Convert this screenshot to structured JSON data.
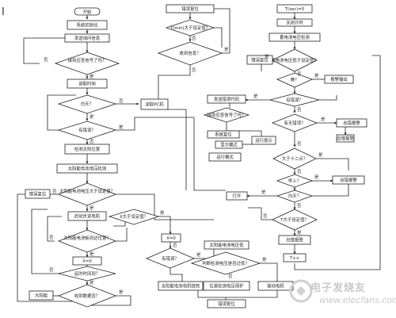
{
  "corner_mark": "I",
  "watermark": {
    "text": "电子发烧友",
    "url": "www.elecfans.com"
  },
  "nodes": {
    "start": "开始",
    "sys_init": "系统初始化",
    "send_query": "发送询问信息",
    "recv_q": "接到应答信号了吗？",
    "read_time": "读取时间",
    "day_q": "白天？",
    "has_err": "有错误？",
    "detect_pos": "检测太阳位置",
    "detect_volt": "太阳能电池电压检测",
    "volt_q": "太阳能电池电压大于设定值？",
    "err_reset": "错误复位",
    "motor_start": "启动步进电机",
    "pos_check": "太阳能电池板到达位置？",
    "x0": "X=0",
    "timeout": "延时时间到？",
    "exec_big": "大阳能",
    "stop": "收到数据否？",
    "x_gt": "X大于设定值？",
    "x0b": "X=0",
    "has_ok": "有错误？",
    "volt_high": "太阳能电池电压低",
    "motor_lock": "太阳能电池电机锁死",
    "turn_q": "判断检测电压是否过低？",
    "pos_detect": "位置检测电压保护",
    "stop_motor": "驱动电机",
    "err_reset2": "错误复位",
    "show_err": "错误复位",
    "t_gt": "T(min)大于设定值？",
    "got_data": "收到信息？",
    "read_pc": "读取PC机",
    "t0": "T(sec)=0",
    "close_timer": "关闭计时",
    "battery_detect": "蓄电池电压检测",
    "bat_q": "蓄电池电压低于设定值？",
    "err_reset3": "错误复位",
    "dark_q": "晚？",
    "alarm_out": "报警输出",
    "has_err2": "有错误？",
    "send_code": "发送错误代码",
    "recv_ok": "接到应答信号了吗？",
    "has_reset": "有无错误？",
    "alarm_info": "运行提示",
    "pc_reset": "系统复位",
    "disp_mode": "显示模式",
    "alarm_beep": "出错报警",
    "alarm_beep2": "出错报警",
    "run_mode": "运行模式",
    "y_gt": "大于十二点？",
    "up_q": "早上？",
    "off": "打开",
    "day2_q": "白天？",
    "tmin_gt": "T大于设定值？",
    "alarm3": "出错报警",
    "t_min": "T++"
  },
  "edge_labels": {
    "yes": "是",
    "no": "否"
  }
}
